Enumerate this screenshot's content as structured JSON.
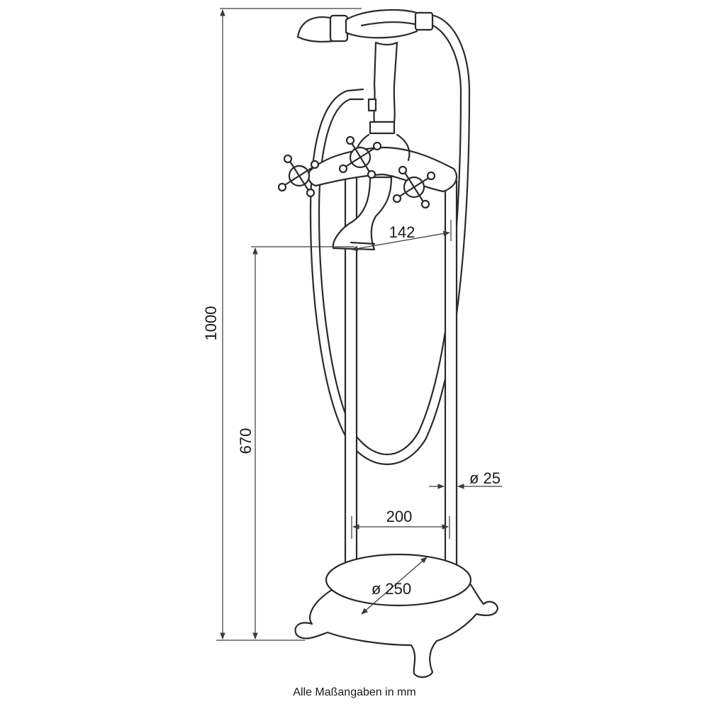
{
  "dimensions": {
    "total_height": "1000",
    "spout_height": "670",
    "spout_reach": "142",
    "pipe_diameter": "ø 25",
    "pipe_spacing": "200",
    "base_diameter": "ø 250"
  },
  "caption": "Alle Maßangaben in mm",
  "colors": {
    "line": "#2a2a2a",
    "background": "#ffffff"
  }
}
